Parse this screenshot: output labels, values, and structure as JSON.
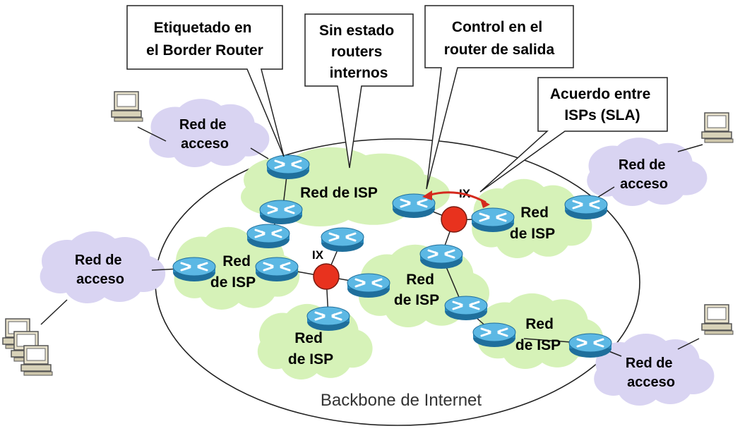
{
  "callouts": {
    "border_router": [
      "Etiquetado en",
      "el Border Router"
    ],
    "stateless": [
      "Sin estado",
      "routers",
      "internos"
    ],
    "egress": [
      "Control en el",
      "router de salida"
    ],
    "sla": [
      "Acuerdo entre",
      "ISPs (SLA)"
    ]
  },
  "backbone_label": "Backbone de Internet",
  "isp_label_one_line": "Red de ISP",
  "isp_label_line1": "Red",
  "isp_label_line2": "de ISP",
  "isp_label_alt_line1": "Red",
  "isp_label_alt_line2": "de ISP",
  "isp_label_stack_line1": "Red",
  "isp_label_stack_line2": "de ISP",
  "access_label_line1": "Red de",
  "access_label_line2": "acceso",
  "ix_label": "IX",
  "colors": {
    "isp_cloud": "#d6f2b8",
    "access_cloud": "#d9d4f2",
    "router_body": "#2a8bbf",
    "router_top": "#5cb8e4",
    "ix_node": "#e8321e",
    "sla_arrow": "#d42a1e",
    "backbone_stroke": "#222222"
  },
  "icons": [
    "router-icon",
    "computer-icon",
    "ix-node-icon",
    "cloud-icon"
  ]
}
